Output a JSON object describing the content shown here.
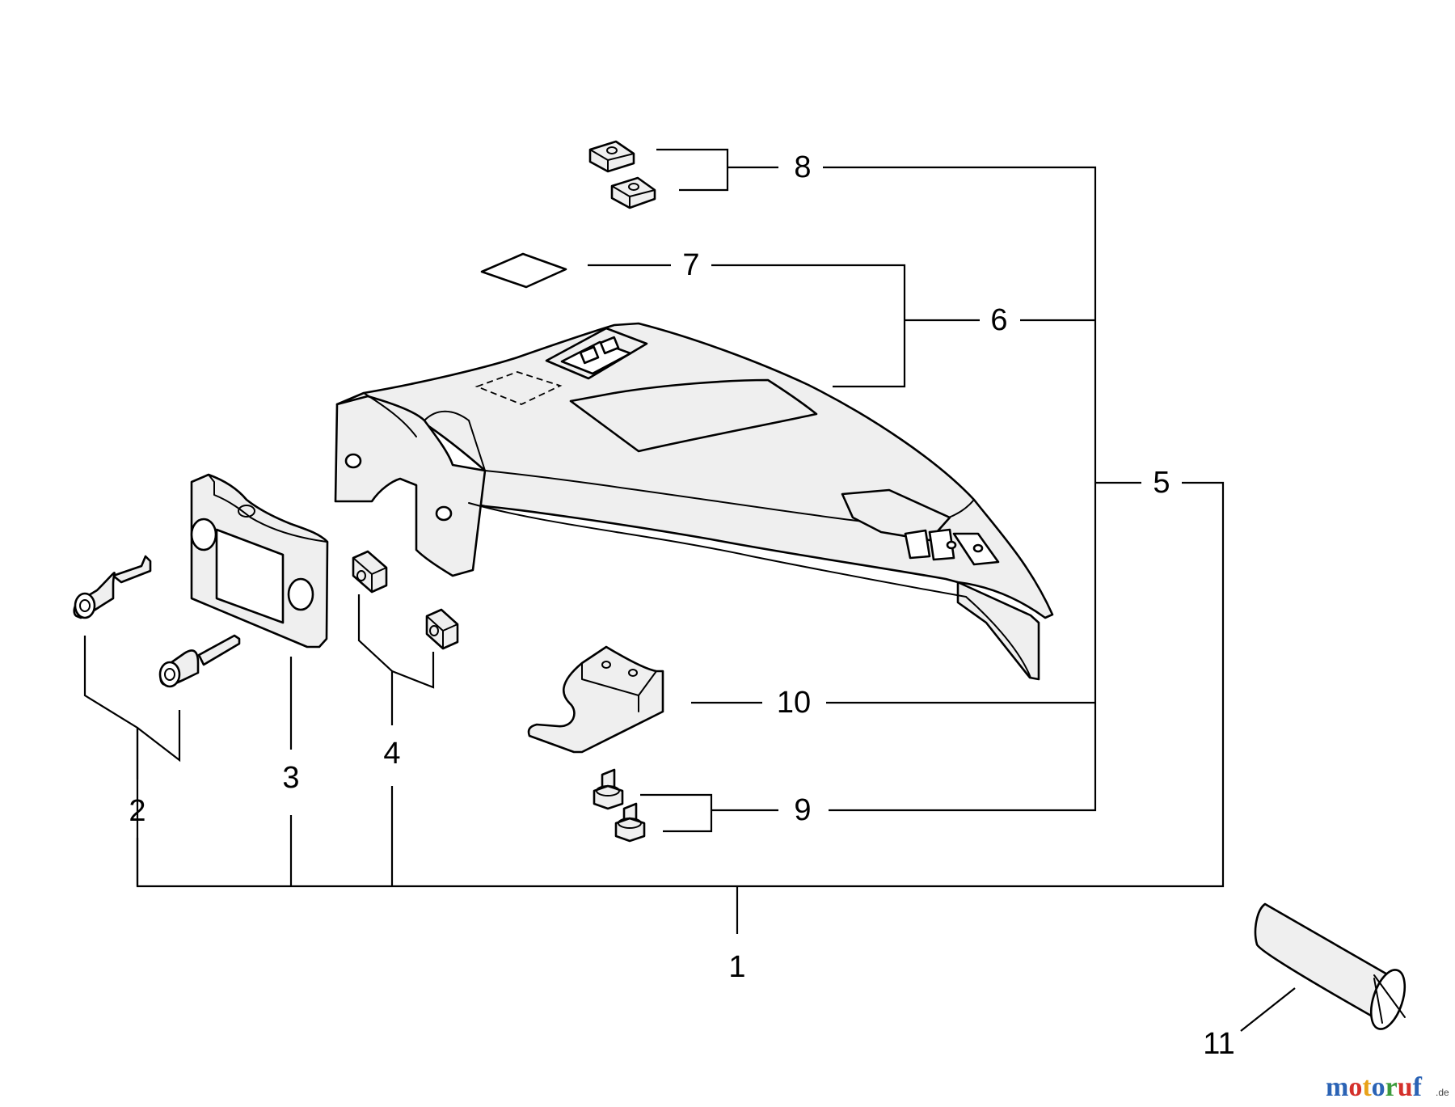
{
  "callouts": {
    "c1": "1",
    "c2": "2",
    "c3": "3",
    "c4": "4",
    "c5": "5",
    "c6": "6",
    "c7": "7",
    "c8": "8",
    "c9": "9",
    "c10": "10",
    "c11": "11"
  },
  "watermark": {
    "text": "motoruf",
    "suffix": ".de",
    "colors": [
      "#2b63b5",
      "#d4302b",
      "#e8a21a",
      "#2b63b5",
      "#3c9b3c",
      "#d4302b",
      "#2b63b5"
    ]
  }
}
